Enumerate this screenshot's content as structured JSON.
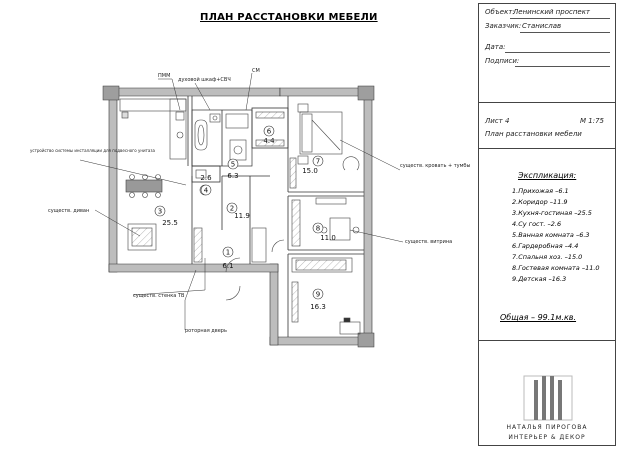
{
  "title": "ПЛАН РАССТАНОВКИ МЕБЕЛИ",
  "info": {
    "object_label": "Объект:",
    "object_value": "Ленинский проспект",
    "client_label": "Заказчик:",
    "client_value": "Станислав",
    "date_label": "Дата:",
    "signature_label": "Подписи:",
    "sheet_label": "Лист 4",
    "scale_label": "М 1:75",
    "sheet_title": "План расстановки мебели"
  },
  "explication": {
    "title": "Экспликация:",
    "items": [
      "1.Прихожая –6.1",
      "2.Коридор –11.9",
      "3.Кухня-гостиная –25.5",
      "4.Су гост. –2.6",
      "5.Ванная комната –6.3",
      "6.Гардеробная –4.4",
      "7.Спальня хоз. –15.0",
      "8.Гостевая комната –11.0",
      "9.Детская –16.3"
    ],
    "total": "Общая – 99.1м.кв."
  },
  "rooms": [
    {
      "num": "1",
      "area": "6.1"
    },
    {
      "num": "2",
      "area": "11.9"
    },
    {
      "num": "3",
      "area": "25.5"
    },
    {
      "num": "4",
      "area": "2.6"
    },
    {
      "num": "5",
      "area": "6.3"
    },
    {
      "num": "6",
      "area": "4.4"
    },
    {
      "num": "7",
      "area": "15.0"
    },
    {
      "num": "8",
      "area": "11.0"
    },
    {
      "num": "9",
      "area": "16.3"
    }
  ],
  "annotations": {
    "pmm": "ПММ",
    "oven": "духовой шкаф+СВЧ",
    "sm": "СМ",
    "install": "устройство системы инсталляции для подвесного унитаза",
    "sofa": "существ. диван",
    "bed": "существ. кровать + тумбы",
    "showcase": "существ. витрина",
    "tv_wall": "существ. стенка ТВ",
    "rotary_door": "роторная дверь"
  },
  "logo": {
    "name": "НАТАЛЬЯ ПИРОГОВА",
    "sub": "ИНТЕРЬЕР & ДЕКОР"
  }
}
